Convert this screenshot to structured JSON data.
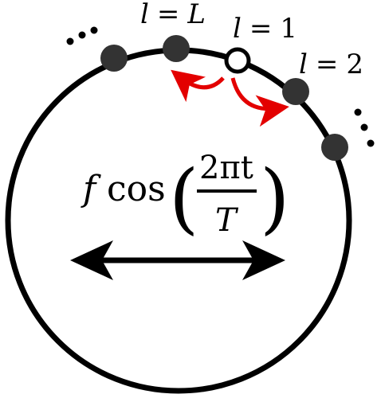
{
  "labels": {
    "site_L": {
      "var": "l",
      "eq": "=",
      "val": "L"
    },
    "site_1": {
      "var": "l",
      "eq": "=",
      "val": "1"
    },
    "site_2": {
      "var": "l",
      "eq": "=",
      "val": "2"
    }
  },
  "formula": {
    "f": "f",
    "cos": "cos",
    "lparen": "(",
    "rparen": ")",
    "numerator": "2πt",
    "denominator": "T"
  },
  "colors": {
    "ring": "#000000",
    "site_fill": "#333333",
    "empty_site_fill": "#ffffff",
    "hop_arrow": "#e30000",
    "drive_arrow": "#000000"
  }
}
